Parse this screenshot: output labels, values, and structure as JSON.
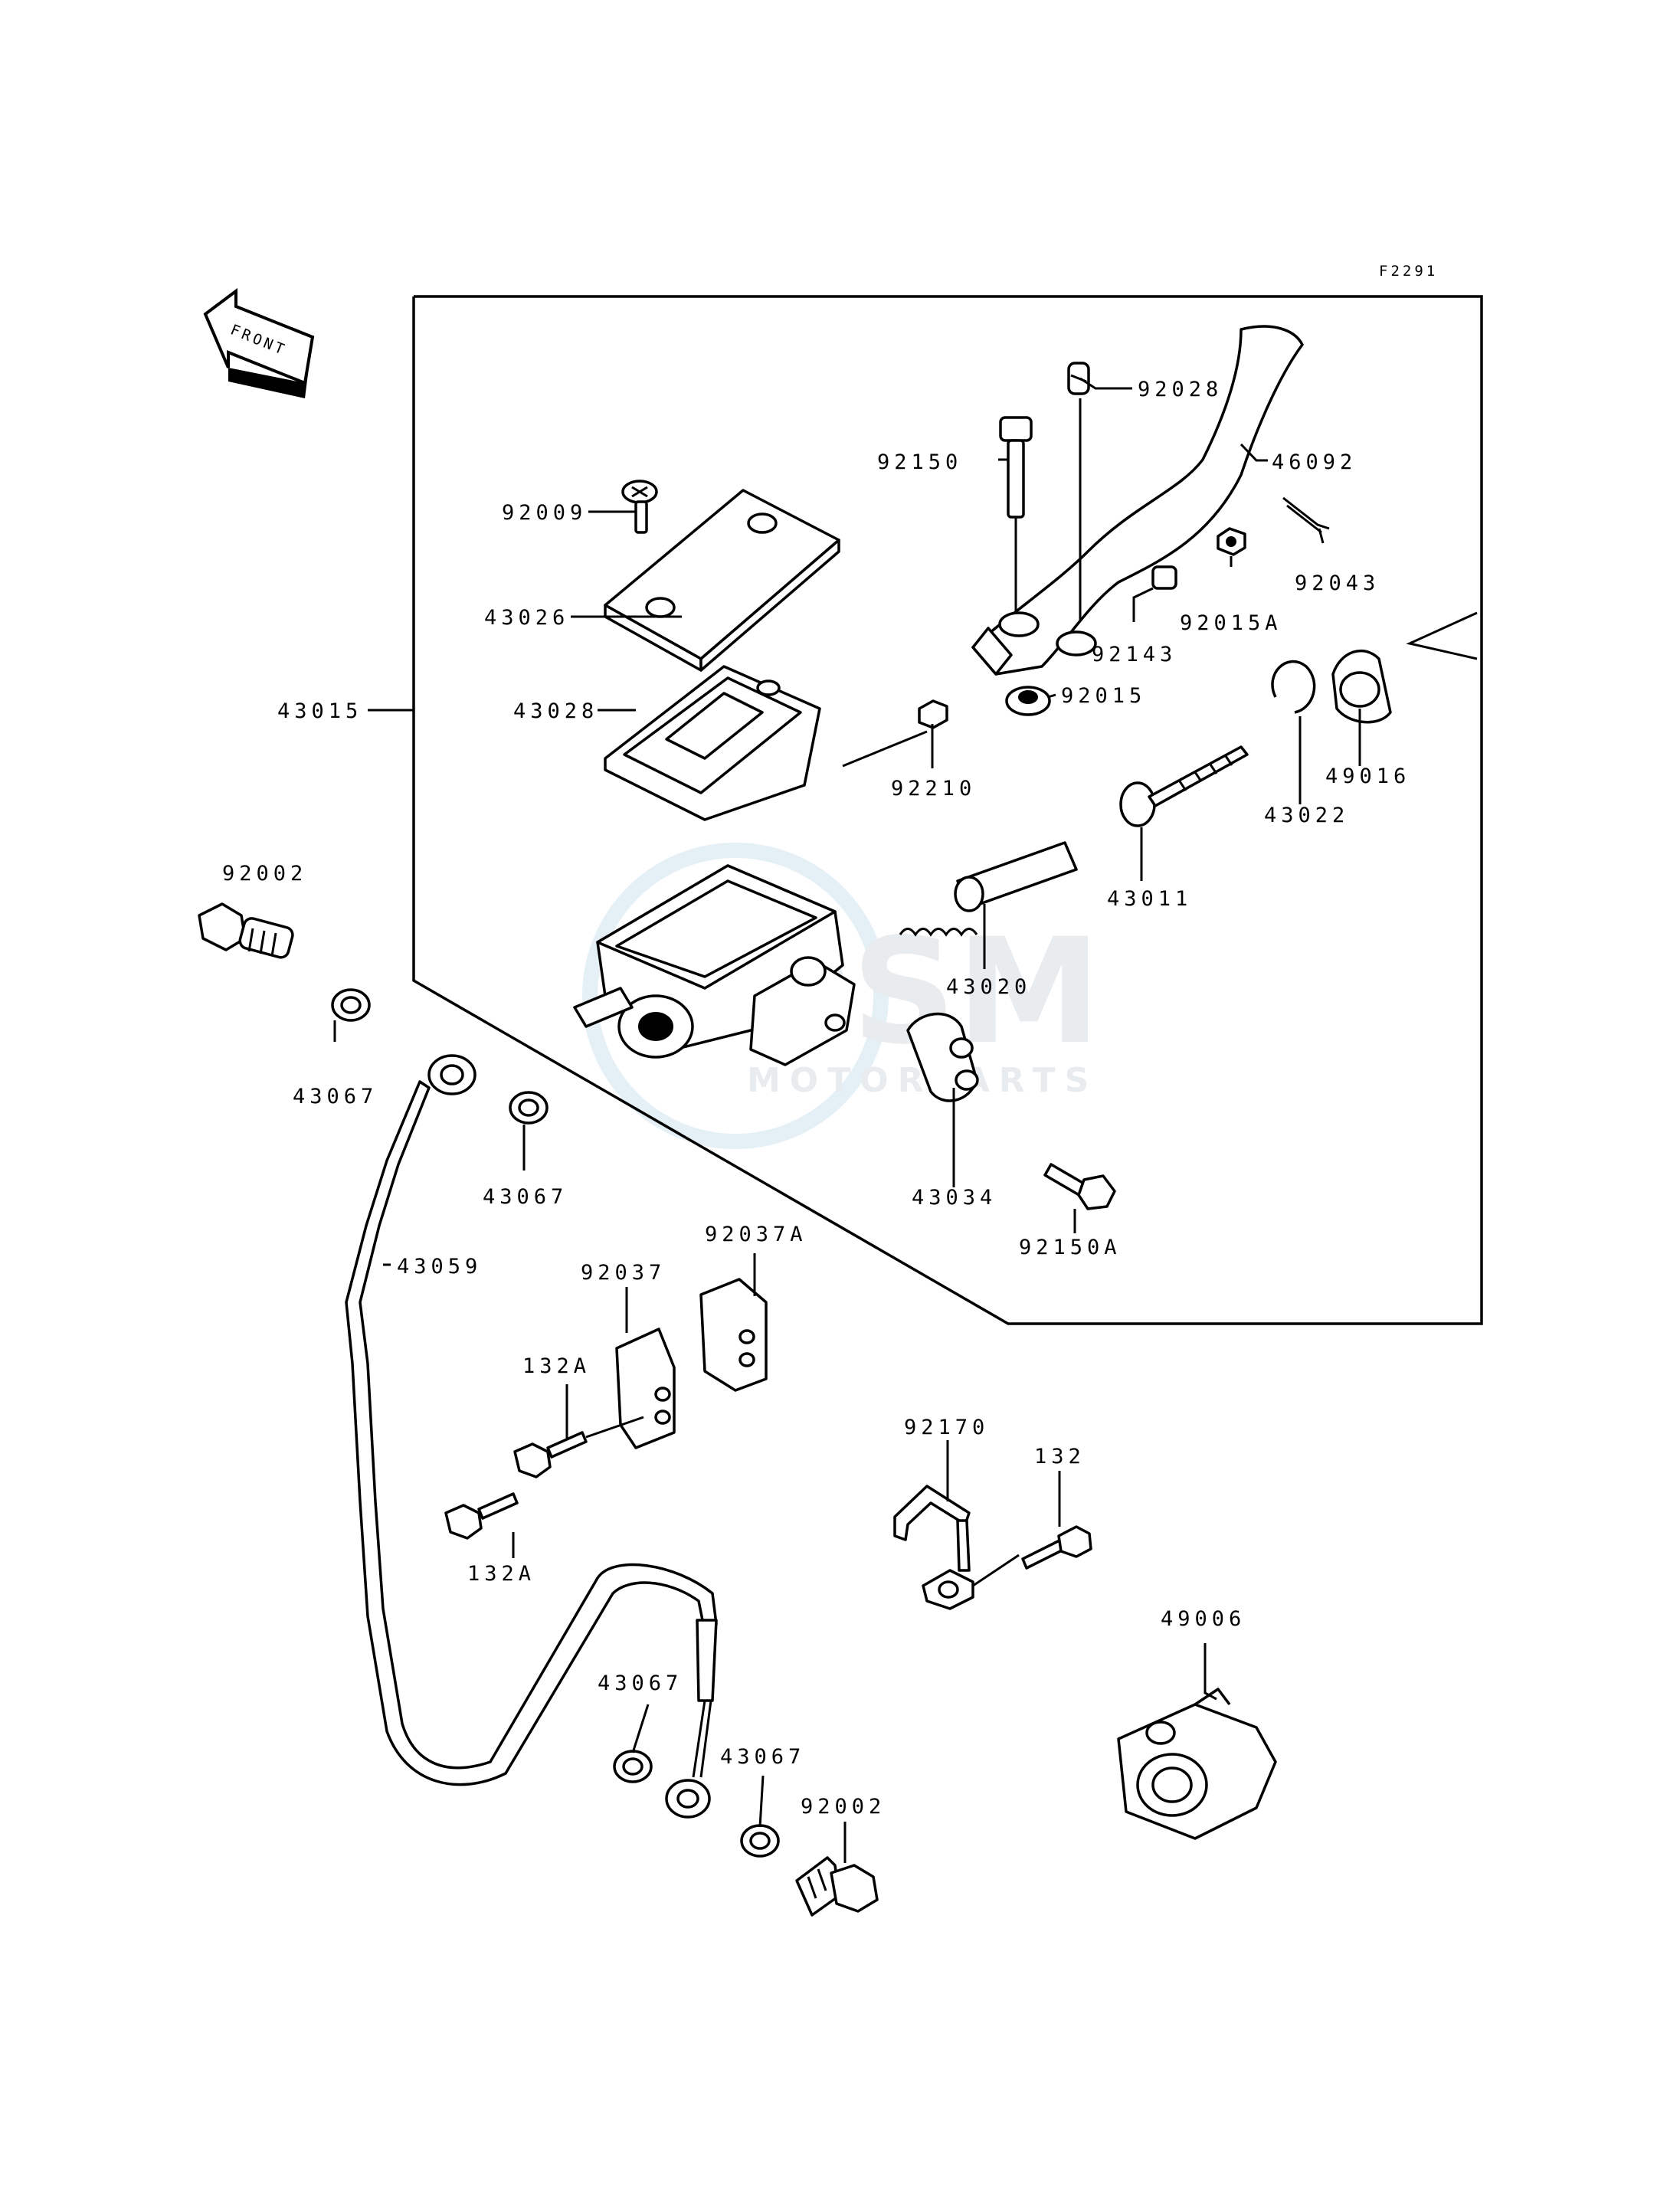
{
  "diagram": {
    "ref_code": "F2291",
    "front_label": "FRONT",
    "watermark": {
      "brand": "OSM",
      "sub": "MOTORPARTS"
    },
    "parts": {
      "p92028": "92028",
      "p46092": "46092",
      "p92150": "92150",
      "p92009": "92009",
      "p92043": "92043",
      "p92015A": "92015A",
      "p43026": "43026",
      "p92143": "92143",
      "p43015": "43015",
      "p43028": "43028",
      "p92015": "92015",
      "p92210": "92210",
      "p49016": "49016",
      "p43022": "43022",
      "p92002a": "92002",
      "p43011": "43011",
      "p43020": "43020",
      "p43067a": "43067",
      "p43067b": "43067",
      "p43034": "43034",
      "p92150A": "92150A",
      "p43059": "43059",
      "p92037A": "92037A",
      "p92037": "92037",
      "p132Aa": "132A",
      "p132Ab": "132A",
      "p92170": "92170",
      "p132": "132",
      "p49006": "49006",
      "p43067c": "43067",
      "p43067d": "43067",
      "p92002b": "92002"
    }
  }
}
